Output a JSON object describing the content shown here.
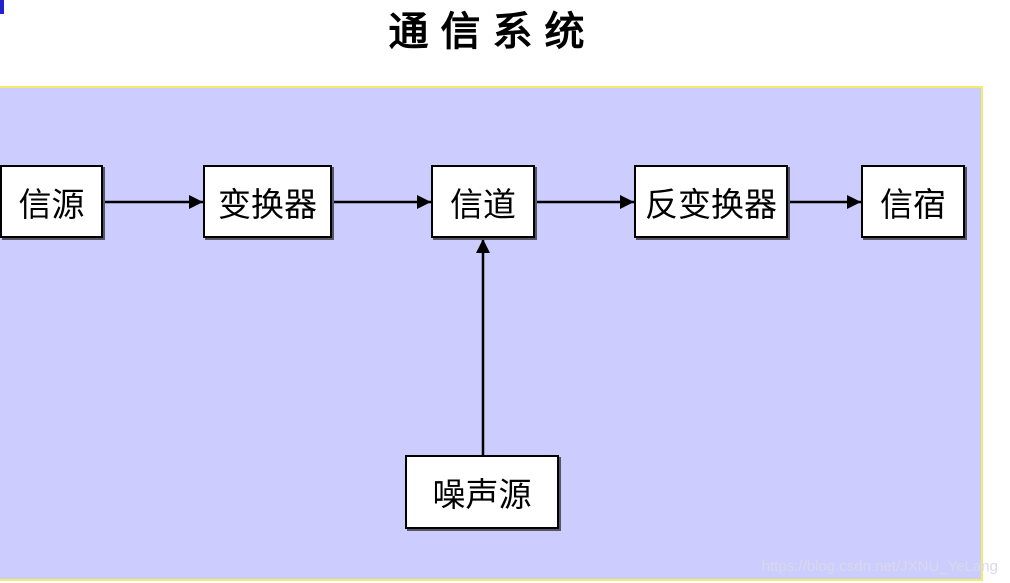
{
  "title": "通信系统",
  "nodes": {
    "source": "信源",
    "transmitter": "变换器",
    "channel": "信道",
    "receiver": "反变换器",
    "sink": "信宿",
    "noise": "噪声源"
  },
  "colors": {
    "panel_background": "#ccccff",
    "panel_border": "#f2ec6a",
    "box_fill": "#ffffff",
    "line": "#000000",
    "corner_mark": "#2222cc"
  },
  "watermark": "https://blog.csdn.net/JXNU_YeLang"
}
